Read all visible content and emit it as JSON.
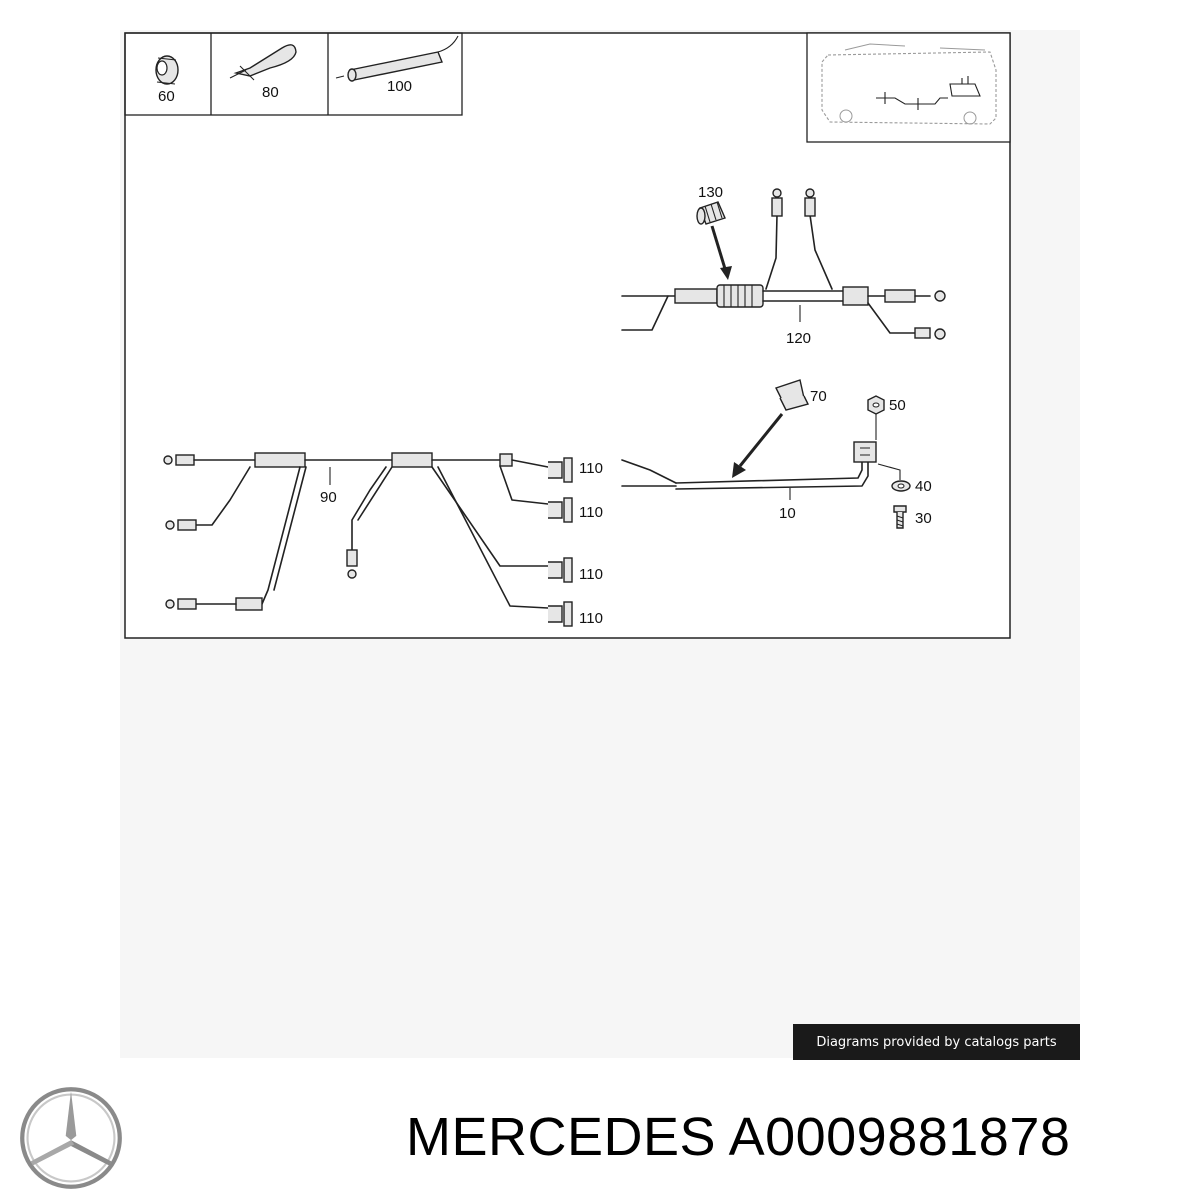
{
  "legend": [
    {
      "label": "60",
      "icon": "ring-grommet-icon"
    },
    {
      "label": "80",
      "icon": "cable-tie-icon"
    },
    {
      "label": "100",
      "icon": "sleeve-tube-icon"
    }
  ],
  "callouts": {
    "c130": "130",
    "c120": "120",
    "c70": "70",
    "c50": "50",
    "c40": "40",
    "c30": "30",
    "c10": "10",
    "c90": "90",
    "c110a": "110",
    "c110b": "110",
    "c110c": "110",
    "c110d": "110"
  },
  "credit": "Diagrams provided by catalogs parts",
  "footer": {
    "brand_part": "MERCEDES A0009881878",
    "logo_icon": "mercedes-star-logo"
  }
}
